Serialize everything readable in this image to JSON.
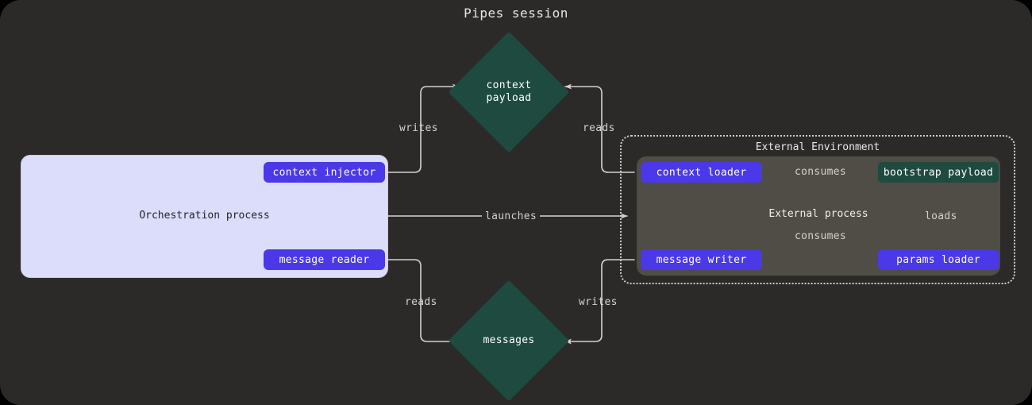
{
  "title": "Pipes session",
  "colors": {
    "page_background": "#000000",
    "canvas_background": "#2b2a28",
    "orchestration_fill": "#dcdcfb",
    "orchestration_text": "#24252a",
    "external_process_fill": "#4f4d46",
    "pill_fill": "#4b38e8",
    "asset_fill": "#1f4a40",
    "edge_stroke": "#d5d2ce",
    "dotted_border": "#cfcdc9"
  },
  "orchestration": {
    "label": "Orchestration process",
    "nodes": {
      "context_injector": "context injector",
      "message_reader": "message reader"
    }
  },
  "external_environment": {
    "label": "External Environment",
    "process_label": "External process",
    "nodes": {
      "context_loader": "context loader",
      "message_writer": "message writer",
      "params_loader": "params loader",
      "bootstrap_payload": "bootstrap payload"
    }
  },
  "assets": {
    "context_payload": "context\npayload",
    "messages": "messages"
  },
  "edges": {
    "writes_top": "writes",
    "reads_top": "reads",
    "launches": "launches",
    "reads_bottom": "reads",
    "writes_bottom": "writes",
    "consumes_top": "consumes",
    "consumes_mid": "consumes",
    "loads": "loads"
  }
}
